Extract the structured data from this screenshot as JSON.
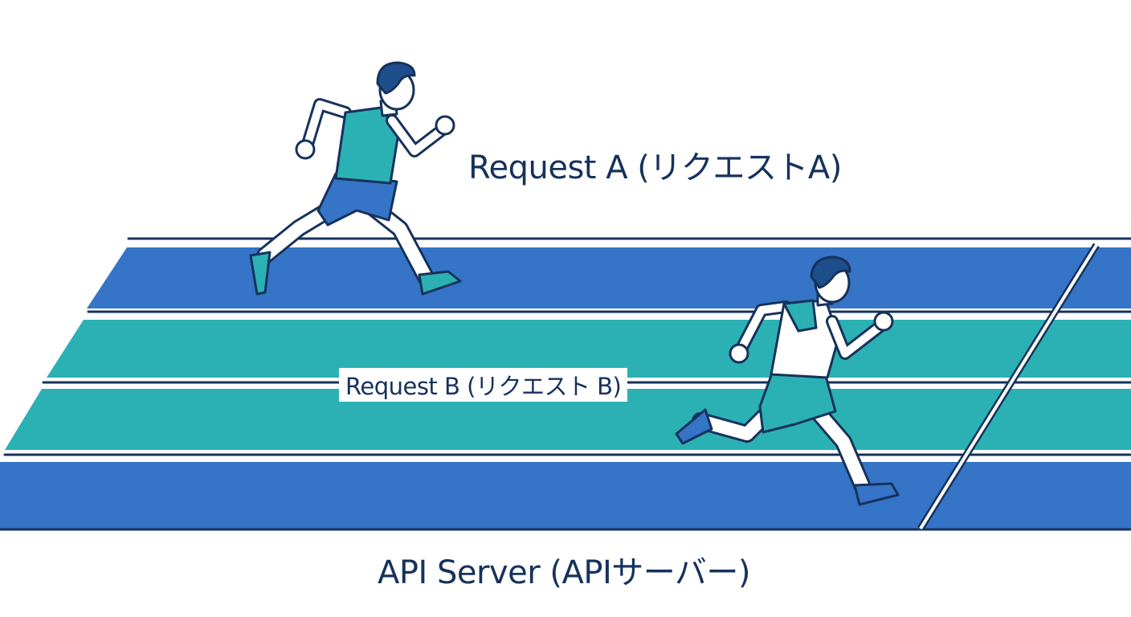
{
  "labels": {
    "request_a": "Request A (リクエストA)",
    "request_b": "Request B (リクエスト B)",
    "server": "API Server (APIサーバー)"
  },
  "colors": {
    "lane_blue": "#3574c7",
    "lane_teal": "#2bb1b4",
    "outline": "#16325c",
    "line_white": "#ffffff",
    "skin": "#ffffff",
    "hair": "#1f4e8c",
    "runner_a_shirt": "#2bb1b4",
    "runner_a_shorts": "#3574c7",
    "runner_a_shoe": "#2bb1b4",
    "runner_b_shirt": "#ffffff",
    "runner_b_sleeve": "#2bb1b4",
    "runner_b_shorts": "#2bb1b4",
    "runner_b_shoe": "#3574c7"
  },
  "lanes": [
    "blue",
    "teal",
    "teal",
    "blue"
  ],
  "icons": {
    "runner_a": "runner-a-icon",
    "runner_b": "runner-b-icon"
  }
}
